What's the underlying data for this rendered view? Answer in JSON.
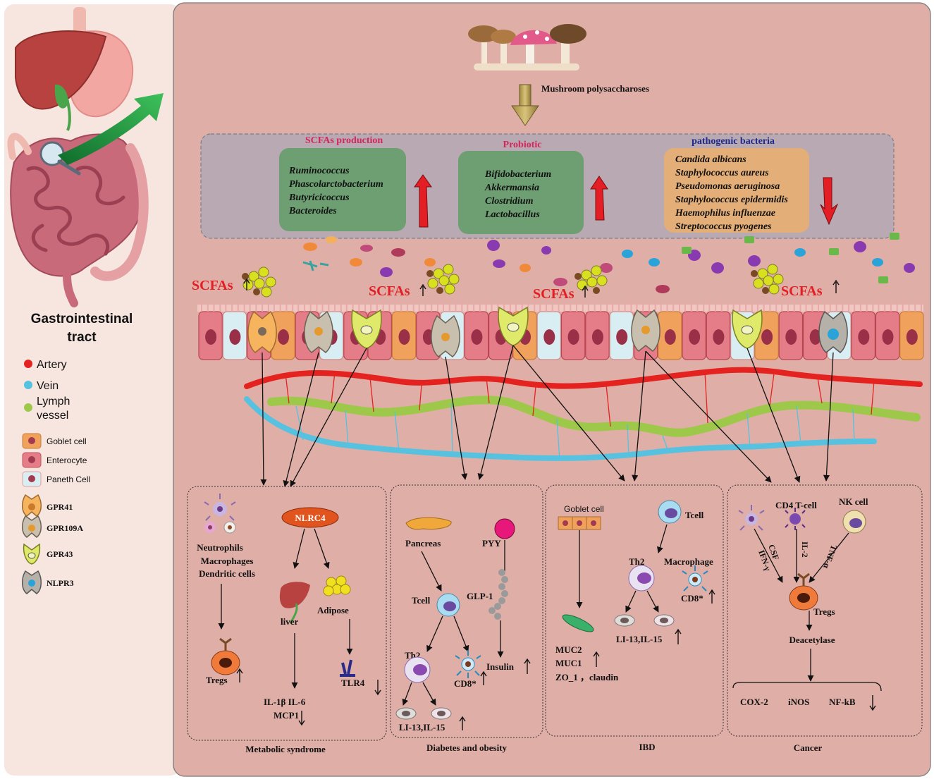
{
  "legend": {
    "title_line1": "Gastrointestinal",
    "title_line2": "tract",
    "artery": "Artery",
    "vein": "Vein",
    "lymph_line1": "Lymph",
    "lymph_line2": "vessel",
    "goblet": "Goblet cell",
    "enterocyte": "Enterocyte",
    "paneth": "Paneth Cell",
    "gpr41": "GPR41",
    "gpr109a": "GPR109A",
    "gpr43": "GPR43",
    "nlpr3": "NLPR3"
  },
  "top": {
    "mushroom_label": "Mushroom polysaccharoses"
  },
  "microbes": {
    "scfa": {
      "title": "SCFAs  production",
      "items": [
        "Ruminococcus",
        "Phascolarctobacterium",
        "Butyricicoccus",
        "Bacteroides"
      ]
    },
    "probiotic": {
      "title": "Probiotic",
      "items": [
        "Bifidobacterium",
        "Akkermansia",
        "Clostridium",
        "Lactobacillus"
      ]
    },
    "pathogenic": {
      "title": "pathogenic bacteria",
      "items": [
        "Candida albicans",
        "Staphylococcus aureus",
        "Pseudomonas aeruginosa",
        "Staphylococcus epidermidis",
        "Haemophilus influenzae",
        "Streptococcus pyogenes"
      ]
    }
  },
  "scfas_label": "SCFAs",
  "metabolic": {
    "caption": "Metabolic syndrome",
    "immune_cells": [
      "Neutrophils",
      "Macrophages",
      "Dendritic cells"
    ],
    "tregs": "Tregs",
    "nlrc4": "NLRC4",
    "liver": "liver",
    "adipose": "Adipose",
    "cytokines_line1": "IL-1β IL-6",
    "cytokines_line2": "MCP1",
    "tlr4": "TLR4"
  },
  "diabetes": {
    "caption": "Diabetes and obesity",
    "pancreas": "Pancreas",
    "pyy": "PYY",
    "tcell": "Tcell",
    "glp1": "GLP-1",
    "th2": "Th2",
    "cd8": "CD8*",
    "insulin": "Insulin",
    "li": "LI-13,IL-15"
  },
  "ibd": {
    "caption": "IBD",
    "goblet": "Goblet cell",
    "tcell": "Tcell",
    "th2": "Th2",
    "macrophage": "Macrophage",
    "cd8": "CD8*",
    "li": "LI-13,IL-15",
    "muc2": "MUC2",
    "muc1": "MUC1",
    "zo": "ZO_1 ，claudin"
  },
  "cancer": {
    "caption": "Cancer",
    "cd4": "CD4 T-cell",
    "nk": "NK cell",
    "csf": "CSF",
    "ifn": "IFN-γ",
    "il2": "IL-2",
    "tnf": "TNF-α",
    "tregs": "Tregs",
    "deacetylase": "Deacetylase",
    "cox2": "COX-2",
    "inos": "iNOS",
    "nfkb": "NF-kB"
  },
  "colors": {
    "panel_bg": "#dfaea6",
    "artery": "#e42320",
    "vein": "#56c2e0",
    "lymph": "#9ec84a",
    "green_box": "#6d9f72",
    "orange_box": "#e3ae77",
    "red_arrow": "#e31e25",
    "title_red": "#d3265c",
    "title_blue": "#1e2a8a"
  }
}
